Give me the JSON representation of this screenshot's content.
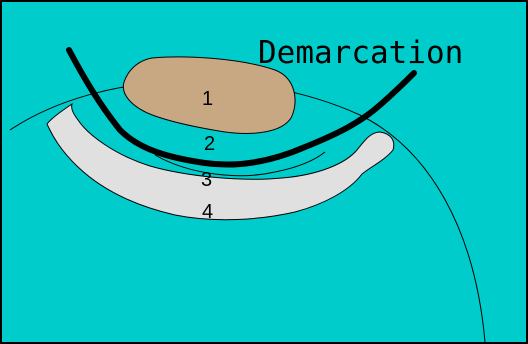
{
  "title": "Demarcation",
  "labels": {
    "region_1": "1",
    "region_2": "2",
    "region_3": "3",
    "region_4": "4"
  },
  "colors": {
    "background": "#00CCCC",
    "frame": "#000000",
    "tan_region": "#C8A882",
    "light_grey_region": "#E0E0E0",
    "demarcation_line": "#000000"
  }
}
